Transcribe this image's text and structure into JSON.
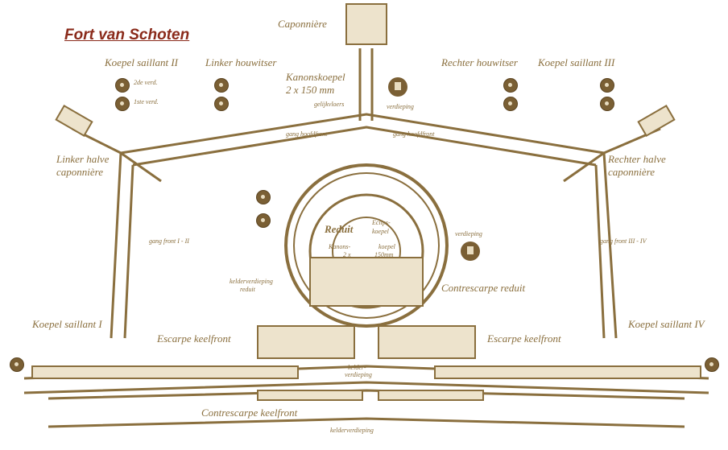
{
  "title": "Fort van Schoten",
  "labels": {
    "caponniere": "Caponnière",
    "koepel_saillant_2": "Koepel saillant II",
    "koepel_saillant_3": "Koepel saillant III",
    "koepel_saillant_1": "Koepel saillant I",
    "koepel_saillant_4": "Koepel saillant IV",
    "linker_houwitser": "Linker houwitser",
    "rechter_houwitser": "Rechter houwitser",
    "kanonskoepel": "Kanonskoepel",
    "kanonskoepel_caliber": "2 x 150 mm",
    "linker_halve_1": "Linker halve",
    "linker_halve_2": "caponnière",
    "rechter_halve_1": "Rechter halve",
    "rechter_halve_2": "caponnière",
    "reduit": "Reduit",
    "eclips_1": "Eclips-",
    "eclips_2": "koepel",
    "kanons_1": "Kanons-",
    "kanons_2": "koepel",
    "kanons_3": "2 x",
    "kanons_4": "150mm",
    "contrescarpe_reduit": "Contrescarpe reduit",
    "escarpe_left": "Escarpe keelfront",
    "escarpe_right": "Escarpe keelfront",
    "contrescarpe_keelfront": "Contrescarpe keelfront",
    "gang_front_1_2": "gang front I - II",
    "gang_front_3_4": "gang front III - IV",
    "gang_hoofdfront_l": "gang hoofdfront",
    "gang_hoofdfront_r": "gang hoofdfront",
    "kelder_reduit_1": "kelderverdieping",
    "kelder_reduit_2": "reduit",
    "kelder_center_1": "kelder-",
    "kelder_center_2": "verdieping",
    "kelder_bottom": "kelderverdieping",
    "verdieping": "verdieping",
    "verdieping_reduit": "verdieping",
    "tweede_verd": "2de verd.",
    "eerste_verd": "1ste verd.",
    "gelijkvloers": "gelijkvloers"
  },
  "colors": {
    "wall": "#8a6f3e",
    "fill": "#ede3cc",
    "title": "#8a2a1a"
  },
  "icons": [
    "dome-icon",
    "cupola-icon"
  ]
}
